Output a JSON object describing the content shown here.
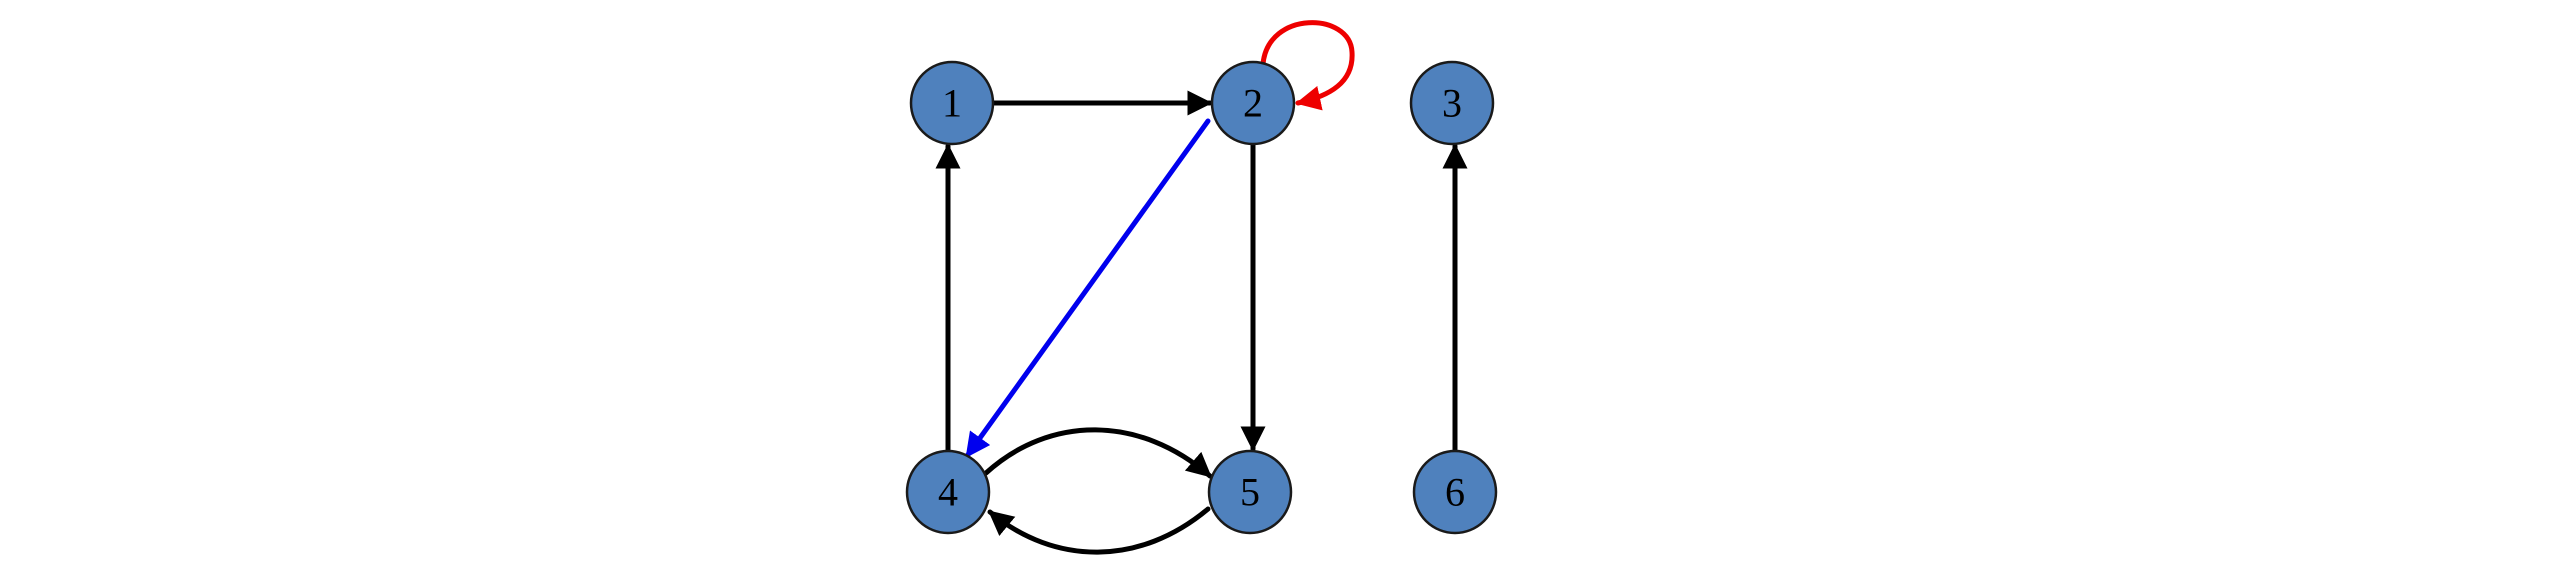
{
  "diagram": {
    "type": "directed-graph",
    "colors": {
      "node_fill": "#4f81bd",
      "node_stroke": "#1a1a1a",
      "label": "#000000",
      "edge_default": "#000000",
      "edge_blue": "#0000ee",
      "edge_red": "#ee0000"
    },
    "nodes": [
      {
        "id": "1",
        "label": "1"
      },
      {
        "id": "2",
        "label": "2"
      },
      {
        "id": "3",
        "label": "3"
      },
      {
        "id": "4",
        "label": "4"
      },
      {
        "id": "5",
        "label": "5"
      },
      {
        "id": "6",
        "label": "6"
      }
    ],
    "edges": [
      {
        "from": "1",
        "to": "2",
        "color": "black"
      },
      {
        "from": "4",
        "to": "1",
        "color": "black"
      },
      {
        "from": "2",
        "to": "5",
        "color": "black"
      },
      {
        "from": "2",
        "to": "4",
        "color": "blue"
      },
      {
        "from": "2",
        "to": "2",
        "color": "red"
      },
      {
        "from": "4",
        "to": "5",
        "color": "black"
      },
      {
        "from": "5",
        "to": "4",
        "color": "black"
      },
      {
        "from": "6",
        "to": "3",
        "color": "black"
      }
    ]
  }
}
